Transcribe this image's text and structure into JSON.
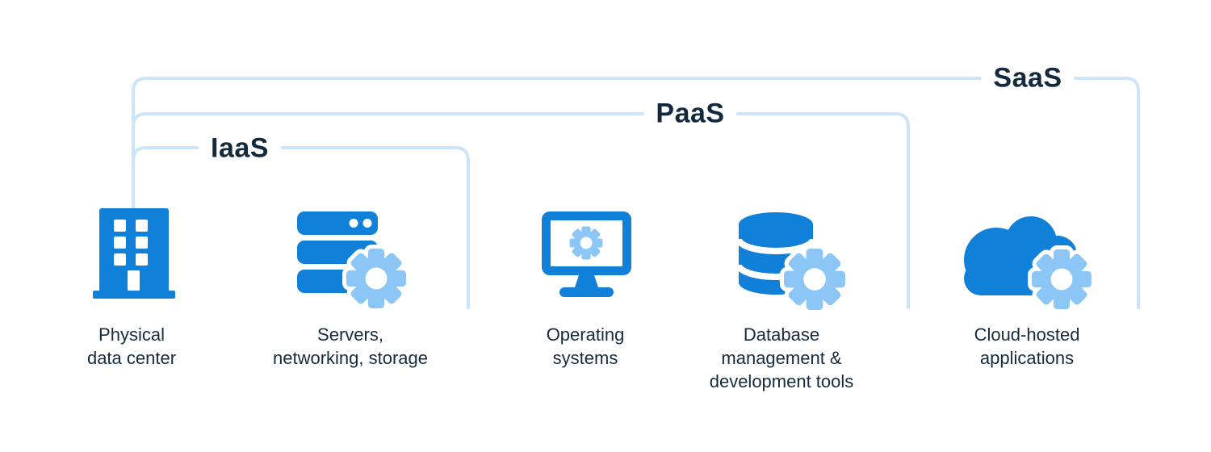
{
  "layers": [
    {
      "label": "IaaS"
    },
    {
      "label": "PaaS"
    },
    {
      "label": "SaaS"
    }
  ],
  "items": [
    {
      "icon": "building-icon",
      "label": "Physical\ndata center"
    },
    {
      "icon": "server-stack-gear-icon",
      "label": "Servers,\nnetworking, storage"
    },
    {
      "icon": "monitor-gear-icon",
      "label": "Operating\nsystems"
    },
    {
      "icon": "database-gear-icon",
      "label": "Database\nmanagement &\ndevelopment tools"
    },
    {
      "icon": "cloud-gear-icon",
      "label": "Cloud-hosted\napplications"
    }
  ],
  "colors": {
    "primary_blue": "#1180d8",
    "light_blue": "#8cc6f6",
    "bracket_line": "#cde5fa",
    "text_dark": "#152b3e"
  }
}
